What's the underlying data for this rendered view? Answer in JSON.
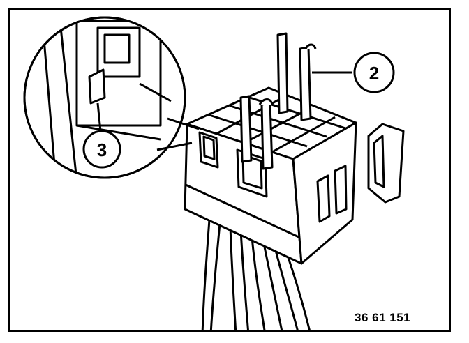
{
  "figure": {
    "reference_number": "36 61 151",
    "callouts": [
      {
        "id": "2",
        "label": "2"
      },
      {
        "id": "3",
        "label": "3"
      }
    ],
    "colors": {
      "ink": "#000000",
      "paper": "#ffffff"
    }
  }
}
